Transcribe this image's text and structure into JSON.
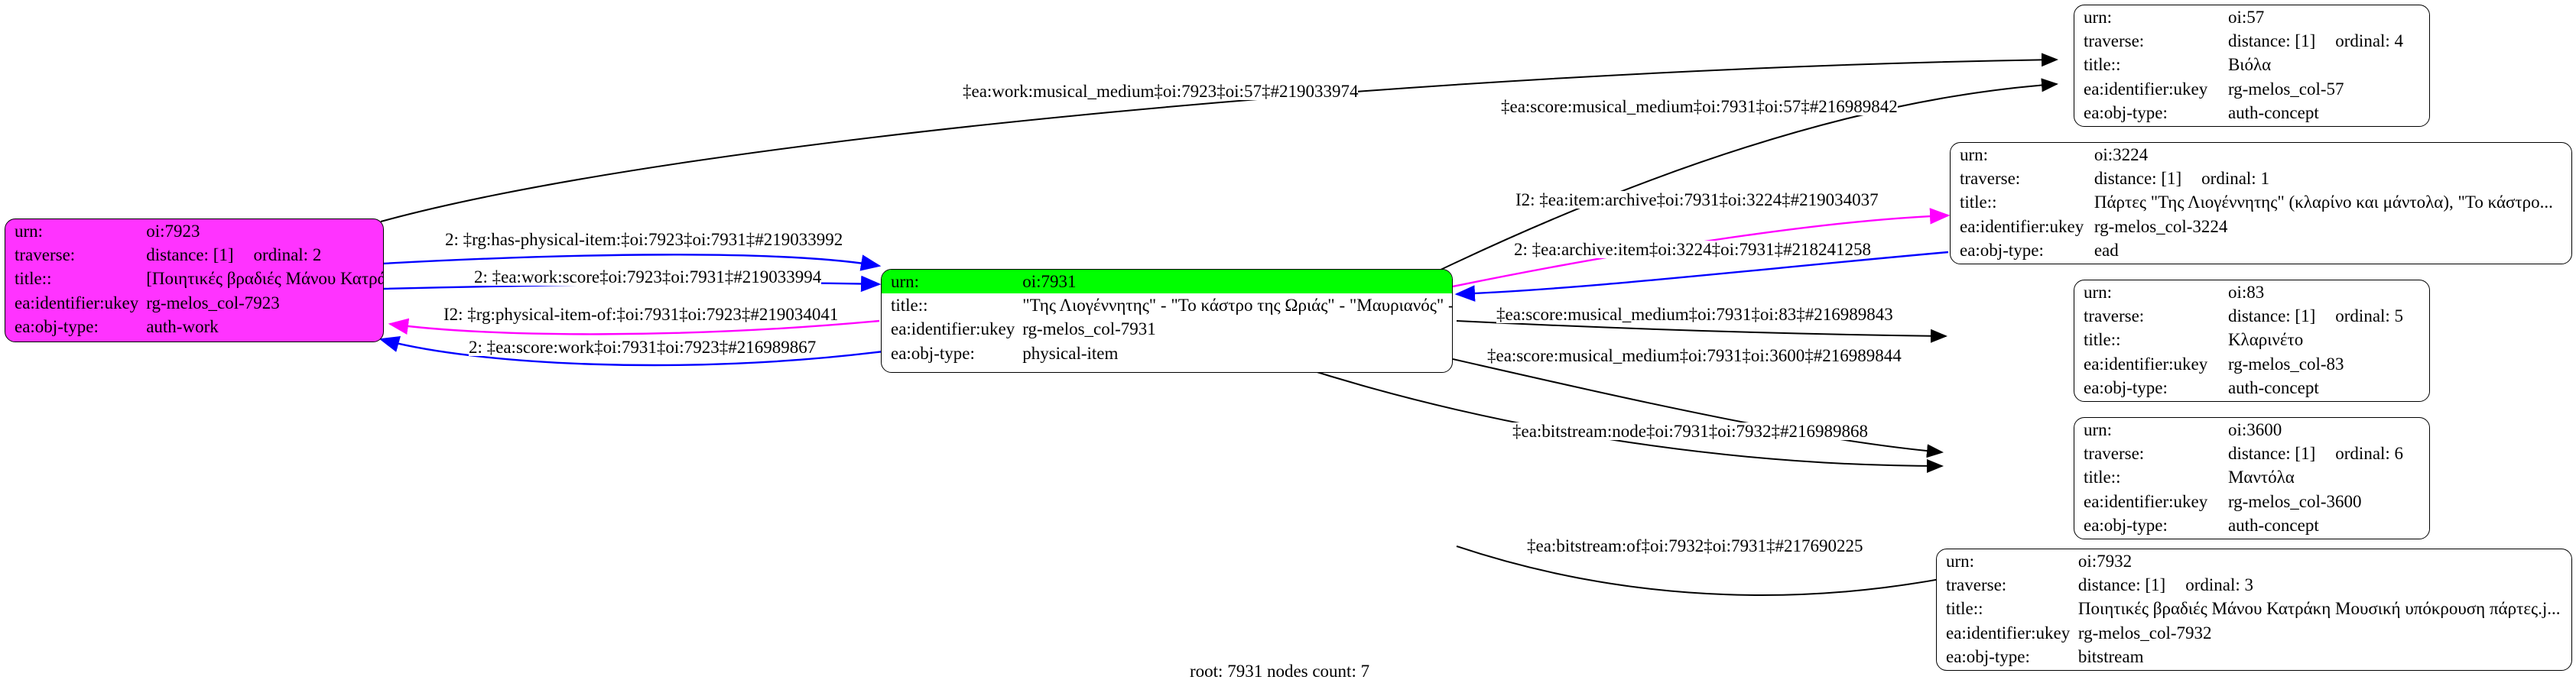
{
  "graph": {
    "footer": "root: 7931 nodes count: 7",
    "field_labels": {
      "urn": "urn:",
      "traverse": "traverse:",
      "title": "title::",
      "ukey": "ea:identifier:ukey",
      "objtype": "ea:obj-type:"
    },
    "colors": {
      "root_highlight": "#00ff00",
      "work_node": "#ff33ff",
      "edge_black": "#000000",
      "edge_blue": "#0000ff",
      "edge_magenta": "#ff00ff",
      "node_border": "#000000",
      "background": "#ffffff"
    },
    "nodes": [
      {
        "id": "n7923",
        "urn": "oi:7923",
        "traverse_distance": "distance: [1]",
        "traverse_ordinal": "ordinal: 2",
        "title": "[Ποιητικές βραδιές Μάνου Κατράκη]",
        "ukey": "rg-melos_col-7923",
        "objtype": "auth-work",
        "fill": "magenta",
        "highlight_urn": false
      },
      {
        "id": "n7931",
        "urn": "oi:7931",
        "traverse_distance": "",
        "traverse_ordinal": "",
        "title": "\"Της Λιογέννητης\" - \"Το κάστρο της Ωριάς\" - \"Μαυριανός\" - ...",
        "ukey": "rg-melos_col-7931",
        "objtype": "physical-item",
        "fill": "white",
        "highlight_urn": true
      },
      {
        "id": "n57",
        "urn": "oi:57",
        "traverse_distance": "distance: [1]",
        "traverse_ordinal": "ordinal: 4",
        "title": "Βιόλα",
        "ukey": "rg-melos_col-57",
        "objtype": "auth-concept",
        "fill": "white",
        "highlight_urn": false
      },
      {
        "id": "n3224",
        "urn": "oi:3224",
        "traverse_distance": "distance: [1]",
        "traverse_ordinal": "ordinal: 1",
        "title": "Πάρτες \"Της Λιογέννητης\" (κλαρίνο και μάντολα), \"Το κάστρο...",
        "ukey": "rg-melos_col-3224",
        "objtype": "ead",
        "fill": "white",
        "highlight_urn": false
      },
      {
        "id": "n83",
        "urn": "oi:83",
        "traverse_distance": "distance: [1]",
        "traverse_ordinal": "ordinal: 5",
        "title": "Κλαρινέτο",
        "ukey": "rg-melos_col-83",
        "objtype": "auth-concept",
        "fill": "white",
        "highlight_urn": false
      },
      {
        "id": "n3600",
        "urn": "oi:3600",
        "traverse_distance": "distance: [1]",
        "traverse_ordinal": "ordinal: 6",
        "title": "Μαντόλα",
        "ukey": "rg-melos_col-3600",
        "objtype": "auth-concept",
        "fill": "white",
        "highlight_urn": false
      },
      {
        "id": "n7932",
        "urn": "oi:7932",
        "traverse_distance": "distance: [1]",
        "traverse_ordinal": "ordinal: 3",
        "title": "Ποιητικές βραδιές Μάνου Κατράκη Μουσική υπόκρουση πάρτες.j...",
        "ukey": "rg-melos_col-7932",
        "objtype": "bitstream",
        "fill": "white",
        "highlight_urn": false
      }
    ],
    "edges": [
      {
        "id": "e1",
        "label": "‡ea:work:musical_medium‡oi:7923‡oi:57‡#219033974",
        "color": "#000000"
      },
      {
        "id": "e2",
        "label": "‡ea:score:musical_medium‡oi:7931‡oi:57‡#216989842",
        "color": "#000000"
      },
      {
        "id": "e3",
        "label": "I2: ‡ea:item:archive‡oi:7931‡oi:3224‡#219034037",
        "color": "#ff00ff"
      },
      {
        "id": "e4",
        "label": "2: ‡ea:archive:item‡oi:3224‡oi:7931‡#218241258",
        "color": "#0000ff"
      },
      {
        "id": "e5",
        "label": "2: ‡rg:has-physical-item:‡oi:7923‡oi:7931‡#219033992",
        "color": "#0000ff"
      },
      {
        "id": "e6",
        "label": "2: ‡ea:work:score‡oi:7923‡oi:7931‡#219033994",
        "color": "#0000ff"
      },
      {
        "id": "e7",
        "label": "I2: ‡rg:physical-item-of:‡oi:7931‡oi:7923‡#219034041",
        "color": "#ff00ff"
      },
      {
        "id": "e8",
        "label": "2: ‡ea:score:work‡oi:7931‡oi:7923‡#216989867",
        "color": "#0000ff"
      },
      {
        "id": "e9",
        "label": "‡ea:score:musical_medium‡oi:7931‡oi:83‡#216989843",
        "color": "#000000"
      },
      {
        "id": "e10",
        "label": "‡ea:score:musical_medium‡oi:7931‡oi:3600‡#216989844",
        "color": "#000000"
      },
      {
        "id": "e11",
        "label": "‡ea:bitstream:node‡oi:7931‡oi:7932‡#216989868",
        "color": "#000000"
      },
      {
        "id": "e12",
        "label": "‡ea:bitstream:of‡oi:7932‡oi:7931‡#217690225",
        "color": "#000000"
      }
    ]
  }
}
